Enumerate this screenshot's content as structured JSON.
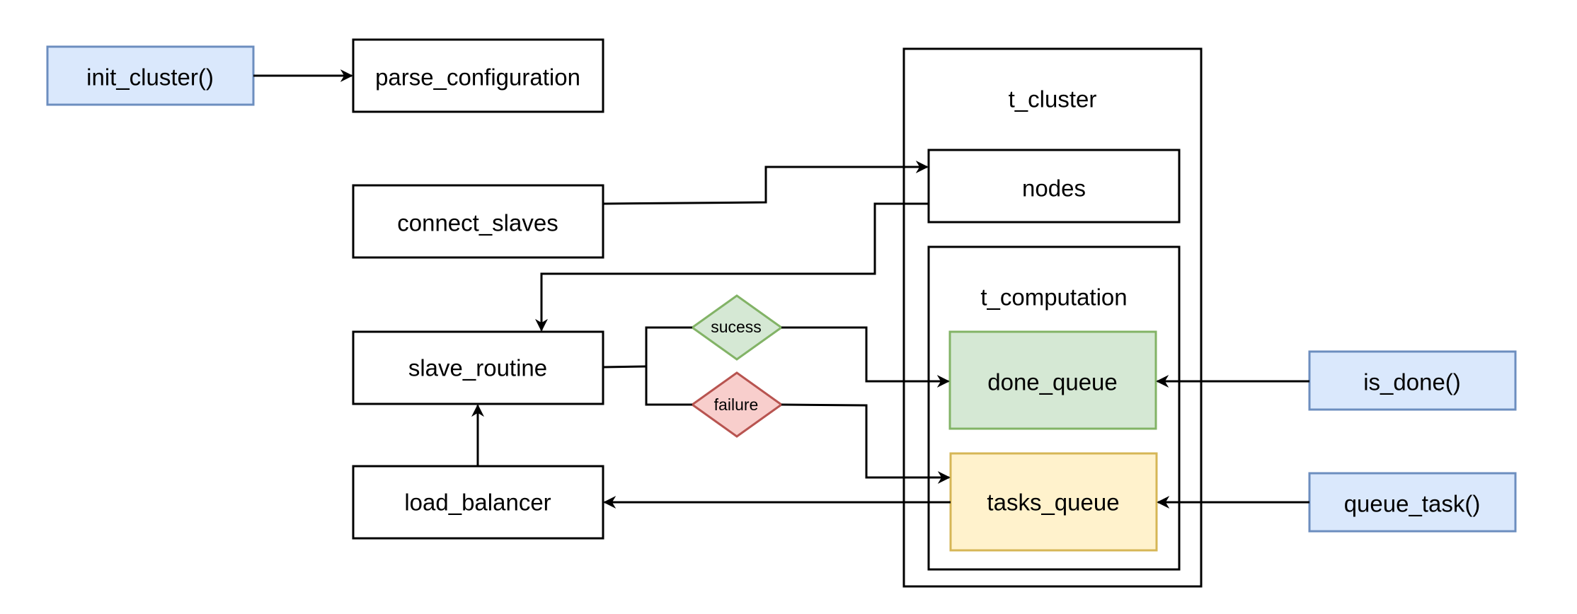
{
  "nodes": {
    "init_cluster": "init_cluster()",
    "parse_configuration": "parse_configuration",
    "connect_slaves": "connect_slaves",
    "slave_routine": "slave_routine",
    "load_balancer": "load_balancer",
    "t_cluster": "t_cluster",
    "nodes": "nodes",
    "t_computation": "t_computation",
    "done_queue": "done_queue",
    "tasks_queue": "tasks_queue",
    "is_done": "is_done()",
    "queue_task": "queue_task()",
    "sucess": "sucess",
    "failure": "failure"
  },
  "colors": {
    "api_fill": "#dae8fc",
    "api_stroke": "#6c8ebf",
    "done_fill": "#d5e8d4",
    "done_stroke": "#82b366",
    "tasks_fill": "#fff2cc",
    "tasks_stroke": "#d6b656",
    "failure_fill": "#f8cecc",
    "failure_stroke": "#b85450",
    "line": "#000000"
  }
}
